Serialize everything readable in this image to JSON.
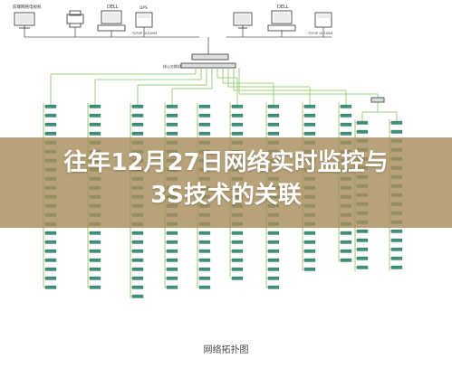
{
  "title_line1": "往年12月27日网络实时监控与",
  "title_line2": "3S技术的关联",
  "caption": "网络拓扑图",
  "top_devices": {
    "left_label": "前端网络电视机",
    "server_left": "DELL",
    "ups_label": "UPS",
    "server_right": "DELL",
    "link_left": "TCP/IP 10/100M",
    "link_right": "TCP/IP 10/100M"
  },
  "core_switch_label": "核心交换机",
  "colors": {
    "wire": "#9cd07a",
    "node_fill": "#3f8f7a",
    "node_stroke": "#2f6f5e",
    "banner": "#a88e5c",
    "equipment": "#555555"
  }
}
